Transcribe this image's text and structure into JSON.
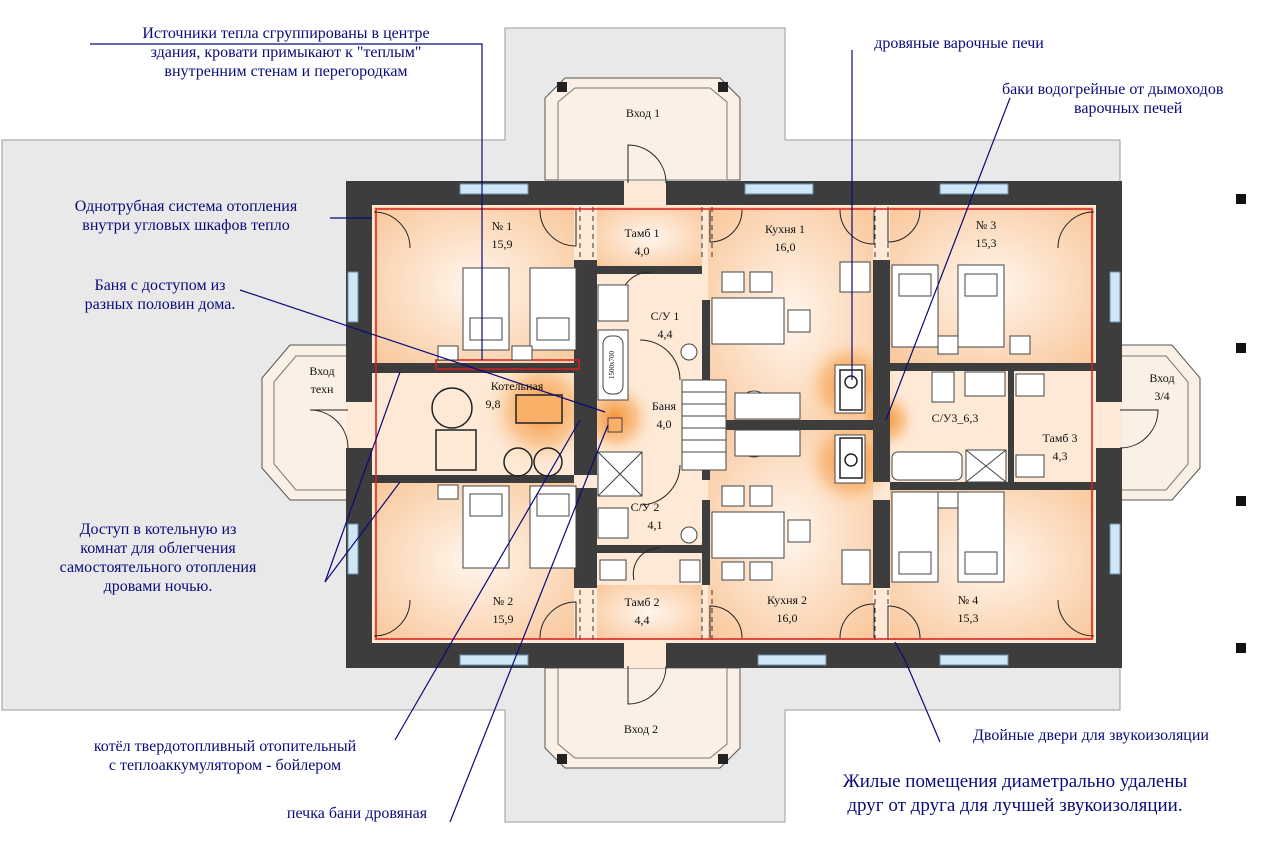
{
  "colors": {
    "wall": "#3d3d3d",
    "floor": "#fde9d6",
    "terrace": "#e8e8e8",
    "heat": "#f7a04a",
    "annotation": "#0a0a7a",
    "heat_line": "#d81e1e",
    "window": "#cfe6f5"
  },
  "rooms": {
    "r1": {
      "name": "№ 1",
      "area": "15,9"
    },
    "tamb1": {
      "name": "Тамб 1",
      "area": "4,0"
    },
    "kitchen1": {
      "name": "Кухня 1",
      "area": "16,0"
    },
    "r3": {
      "name": "№ 3",
      "area": "15,3"
    },
    "su1": {
      "name": "С/У 1",
      "area": "4,4"
    },
    "boiler": {
      "name": "Котельная",
      "area": "9,8"
    },
    "bath": {
      "name": "Баня",
      "area": "4,0"
    },
    "su3": {
      "name": "С/У3_6,3"
    },
    "tamb3": {
      "name": "Тамб 3",
      "area": "4,3"
    },
    "su2": {
      "name": "С/У 2",
      "area": "4,1"
    },
    "r2": {
      "name": "№ 2",
      "area": "15,9"
    },
    "tamb2": {
      "name": "Тамб 2",
      "area": "4,4"
    },
    "kitchen2": {
      "name": "Кухня 2",
      "area": "16,0"
    },
    "r4": {
      "name": "№ 4",
      "area": "15,3"
    }
  },
  "entrances": {
    "e1": "Вход 1",
    "e2": "Вход 2",
    "etech": [
      "Вход",
      "техн"
    ],
    "e34": [
      "Вход",
      "3/4"
    ]
  },
  "bath_tub_label": "1500х700",
  "annotations": {
    "heat_sources": [
      "Источники тепла сгруппированы в центре",
      "здания, кровати примыкают к  \"теплым\"",
      "внутренним стенам и перегородкам"
    ],
    "one_pipe": [
      "Однотрубная система отопления",
      "внутри угловых шкафов тепло"
    ],
    "sauna_access": [
      "Баня с доступом из",
      "разных половин дома."
    ],
    "boiler_access": [
      "Доступ в котельную из",
      "комнат для облегчения",
      "самостоятельного отопления",
      "дровами ночью."
    ],
    "boiler_unit": [
      "котёл твердотопливный отопительный",
      "с теплоаккумулятором - бойлером"
    ],
    "sauna_stove": "печка бани дровяная",
    "cook_stoves": "дровяные варочные печи",
    "water_tanks": [
      "баки водогрейные от дымоходов",
      "варочных печей"
    ],
    "double_doors": "Двойные двери для звукоизоляции",
    "bottom_note": [
      "Жилые помещения диаметрально удалены",
      "друг от друга для лучшей звукоизоляции."
    ]
  }
}
